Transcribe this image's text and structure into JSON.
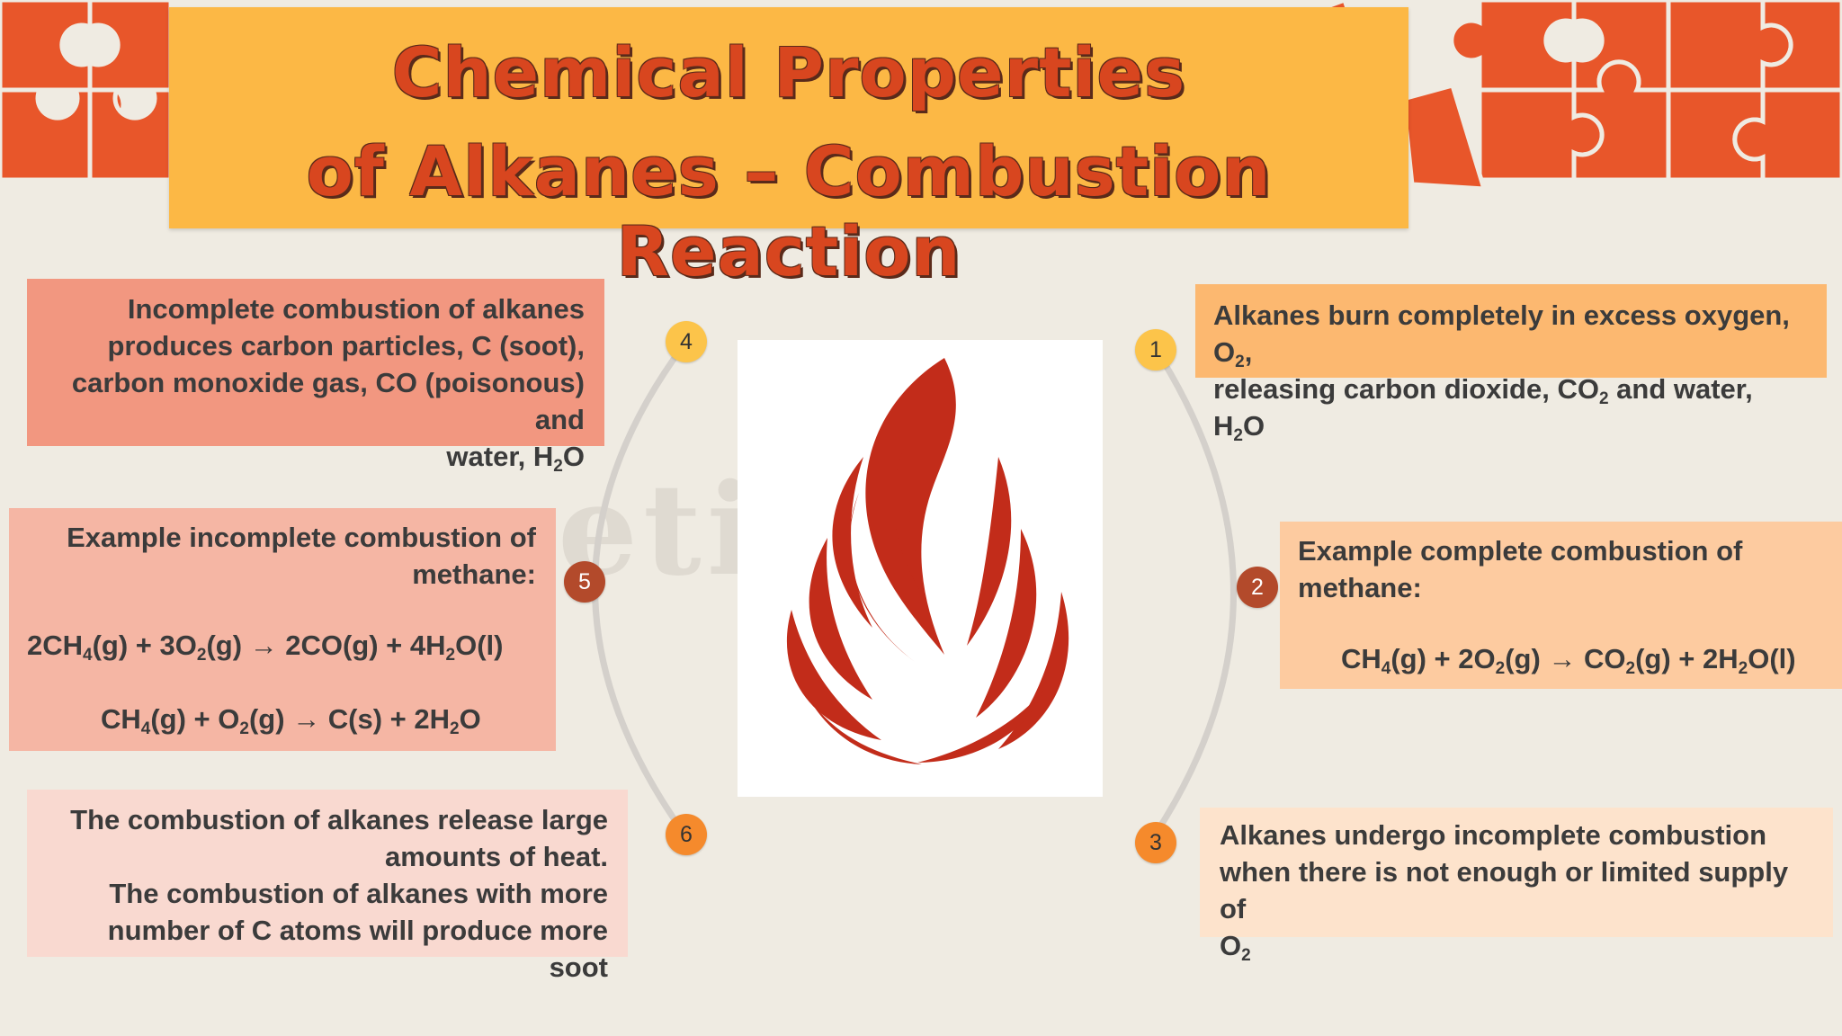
{
  "title": {
    "line1": "Chemical Properties",
    "line2": "of Alkanes – Combustion Reaction"
  },
  "watermark": "eti on",
  "steps": [
    {
      "number": "1",
      "color": "#fcc44a"
    },
    {
      "number": "2",
      "color": "#b34a2b"
    },
    {
      "number": "3",
      "color": "#f58a2c"
    },
    {
      "number": "4",
      "color": "#fcc44a"
    },
    {
      "number": "5",
      "color": "#b34a2b"
    },
    {
      "number": "6",
      "color": "#f58a2c"
    }
  ],
  "box1": {
    "a": "Alkanes burn completely in excess oxygen, O",
    "a_sub": "2",
    "a_end": ",",
    "b": "releasing carbon dioxide, CO",
    "b_sub": "2",
    "c": " and water, H",
    "c_sub": "2",
    "d": "O"
  },
  "box2": {
    "heading1": "Example complete combustion of",
    "heading2": "methane:",
    "eq": {
      "p1": "CH",
      "s1": "4",
      "p2": "(g) + 2O",
      "s2": "2",
      "p3": "(g) → CO",
      "s3": "2",
      "p4": "(g) + 2H",
      "s4": "2",
      "p5": "O(l)"
    }
  },
  "box3": {
    "line1": "Alkanes undergo incomplete combustion",
    "line2": "when there is not enough or limited supply of",
    "line3": "O",
    "line3_sub": "2"
  },
  "box4": {
    "line1": "Incomplete combustion of alkanes",
    "line2": "produces carbon particles, C (soot),",
    "line3": "carbon monoxide gas, CO (poisonous) and",
    "line4": "water, H",
    "line4_sub": "2",
    "line4_end": "O"
  },
  "box5": {
    "heading1": "Example incomplete combustion of",
    "heading2": "methane:",
    "eq1": {
      "p1": "2CH",
      "s1": "4",
      "p2": "(g) + 3O",
      "s2": "2",
      "p3": "(g) → 2CO(g) + 4H",
      "s3": "2",
      "p4": "O(l)"
    },
    "eq2": {
      "p1": "CH",
      "s1": "4",
      "p2": "(g) + O",
      "s2": "2",
      "p3": "(g) → C(s) + 2H",
      "s3": "2",
      "p4": "O"
    }
  },
  "box6": {
    "line1": "The combustion of alkanes release large",
    "line2": "amounts of heat.",
    "line3": "The combustion of alkanes with more",
    "line4": "number of C atoms will produce more soot"
  },
  "colors": {
    "title_bg": "#fcb845",
    "title_text": "#d8461f",
    "puzzle": "#e8562a",
    "flame": "#c22c1a",
    "box1_bg": "#fcb870",
    "box2_bg": "#fdcba0",
    "box3_bg": "#fde3cc",
    "box4_bg": "#f29780",
    "box5_bg": "#f5b6a4",
    "box6_bg": "#f9d9d0"
  }
}
